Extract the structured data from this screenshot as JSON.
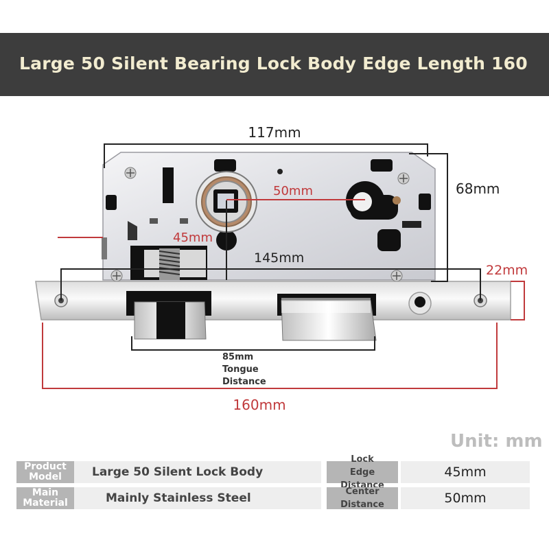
{
  "banner": {
    "title": "Large 50 Silent Bearing Lock Body Edge Length 160"
  },
  "dimensions": {
    "width_body": "117mm",
    "height_body": "68mm",
    "center_distance": "50mm",
    "edge_distance": "45mm",
    "span": "145mm",
    "faceplate_width": "22mm",
    "tongue_distance": [
      "85mm",
      "Tongue",
      "Distance"
    ],
    "faceplate_length": "160mm"
  },
  "unit_label": "Unit: mm",
  "specs": {
    "row1": {
      "label": [
        "Product",
        "Model"
      ],
      "value": "Large 50 Silent Lock Body",
      "label2": [
        "Lock",
        "Edge",
        "Distance"
      ],
      "value2": "45mm"
    },
    "row2": {
      "label": [
        "Main",
        "Material"
      ],
      "value": "Mainly Stainless Steel",
      "label2": [
        "Center",
        "Distance"
      ],
      "value2": "50mm"
    }
  },
  "colors": {
    "banner": "#3d3d3d",
    "title": "#f2ecd0",
    "dimension_red": "#c0393b",
    "dimension_black": "#222222"
  }
}
